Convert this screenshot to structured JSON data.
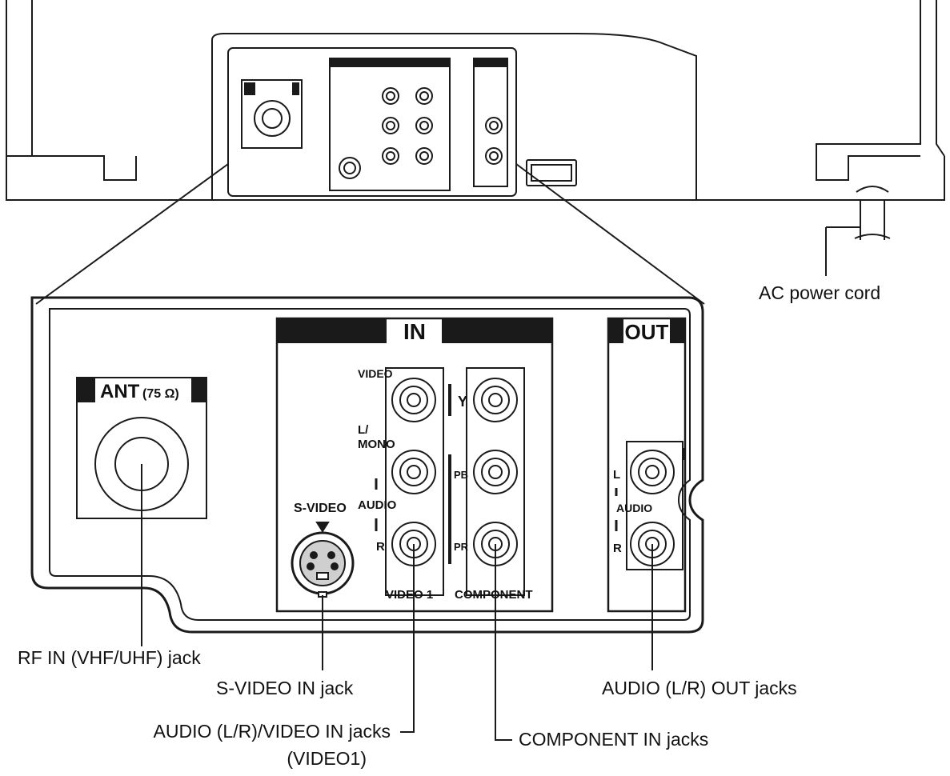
{
  "callouts": {
    "ac_power_cord": "AC power cord",
    "rf_in": "RF IN (VHF/UHF) jack",
    "s_video_in": "S-VIDEO IN jack",
    "audio_video_in_line1": "AUDIO (L/R)/VIDEO IN jacks",
    "audio_video_in_line2": "(VIDEO1)",
    "component_in": "COMPONENT IN jacks",
    "audio_out": "AUDIO (L/R) OUT jacks"
  },
  "panel": {
    "in_header": "IN",
    "out_header": "OUT",
    "ant_label": "ANT",
    "ant_ohm": "(75 Ω)",
    "video": "VIDEO",
    "l_mono_1": "L/",
    "l_mono_2": "MONO",
    "audio": "AUDIO",
    "r": "R",
    "l": "L",
    "y": "Y",
    "pb": "PB",
    "pr": "PR",
    "s_video": "S-VIDEO",
    "video1": "VIDEO 1",
    "component": "COMPONENT",
    "out_audio": "AUDIO"
  },
  "colors": {
    "line": "#1a1a1a",
    "background": "#ffffff"
  }
}
